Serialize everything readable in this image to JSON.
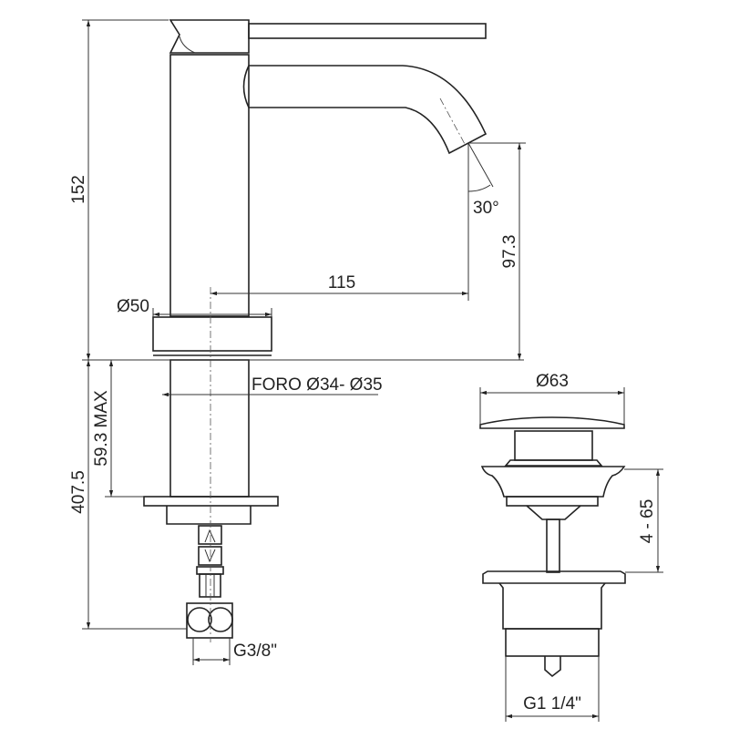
{
  "faucet": {
    "height_label": "152",
    "spout_height_label": "97.3",
    "spout_reach_label": "115",
    "angle_label": "30°",
    "base_diameter_label": "Ø50",
    "hole_label": "FORO Ø34- Ø35",
    "max_deck_label": "59.3 MAX",
    "hose_length_label": "407.5",
    "connection_label": "G3/8\""
  },
  "drain": {
    "cap_diameter_label": "Ø63",
    "range_label": "4 - 65",
    "thread_label": "G1 1/4\""
  }
}
